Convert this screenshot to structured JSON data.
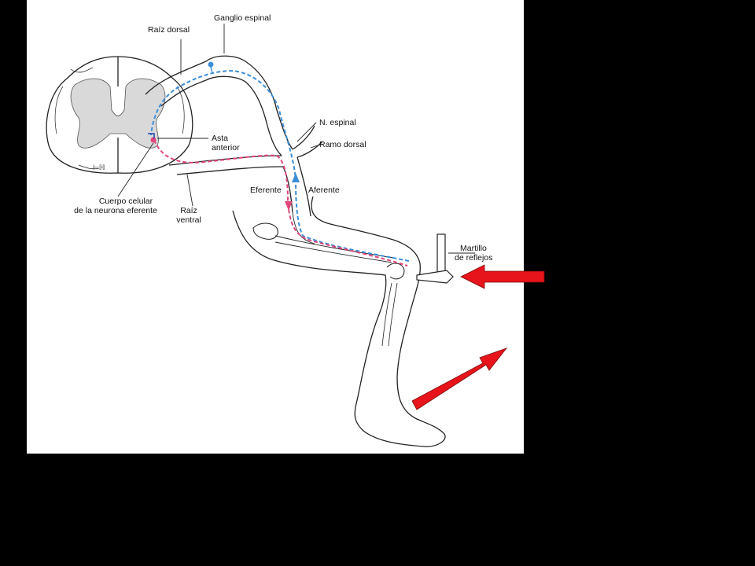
{
  "labels": {
    "ganglio_espinal": "Ganglio espinal",
    "raiz_dorsal": "Raíz dorsal",
    "n_espinal": "N. espinal",
    "ramo_dorsal": "Ramo dorsal",
    "asta_anterior_1": "Asta",
    "asta_anterior_2": "anterior",
    "cuerpo_celular_1": "Cuerpo celular",
    "cuerpo_celular_2": "de la neurona eferente",
    "raiz_ventral_1": "Raíz",
    "raiz_ventral_2": "ventral",
    "eferente": "Eferente",
    "aferente": "Aferente",
    "martillo_1": "Martillo",
    "martillo_2": "de reflejos"
  },
  "colors": {
    "afferent_path": "#3b8fd9",
    "efferent_path": "#e0457b",
    "arrow": "#e8141b",
    "gray_matter": "#d9d9d9",
    "background": "#000000",
    "figure_background": "#ffffff"
  },
  "icons": {
    "hammer": "reflex-hammer-icon",
    "arrows": "red-arrow-icon"
  }
}
